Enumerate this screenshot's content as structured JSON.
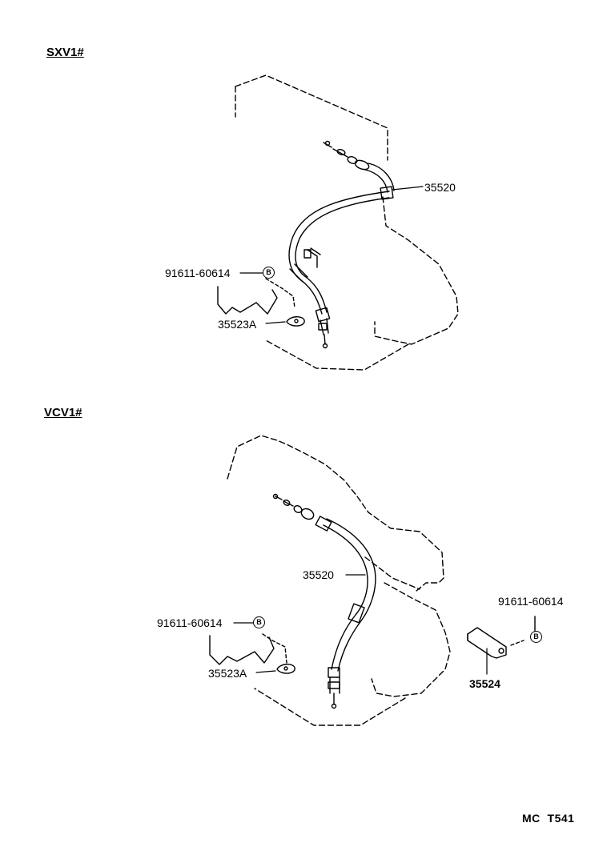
{
  "sections": [
    {
      "title": "SXV1#"
    },
    {
      "title": "VCV1#"
    }
  ],
  "labels": {
    "sxv": {
      "cable": "35520",
      "bolt": "91611-60614",
      "bolt_marker": "B",
      "bracket": "35523A"
    },
    "vcv": {
      "cable": "35520",
      "bolt_left": "91611-60614",
      "bolt_left_marker": "B",
      "bracket_left": "35523A",
      "bolt_right": "91611-60614",
      "bolt_right_marker": "B",
      "bracket_right": "35524"
    }
  },
  "footer": {
    "code": "MC  T541"
  }
}
